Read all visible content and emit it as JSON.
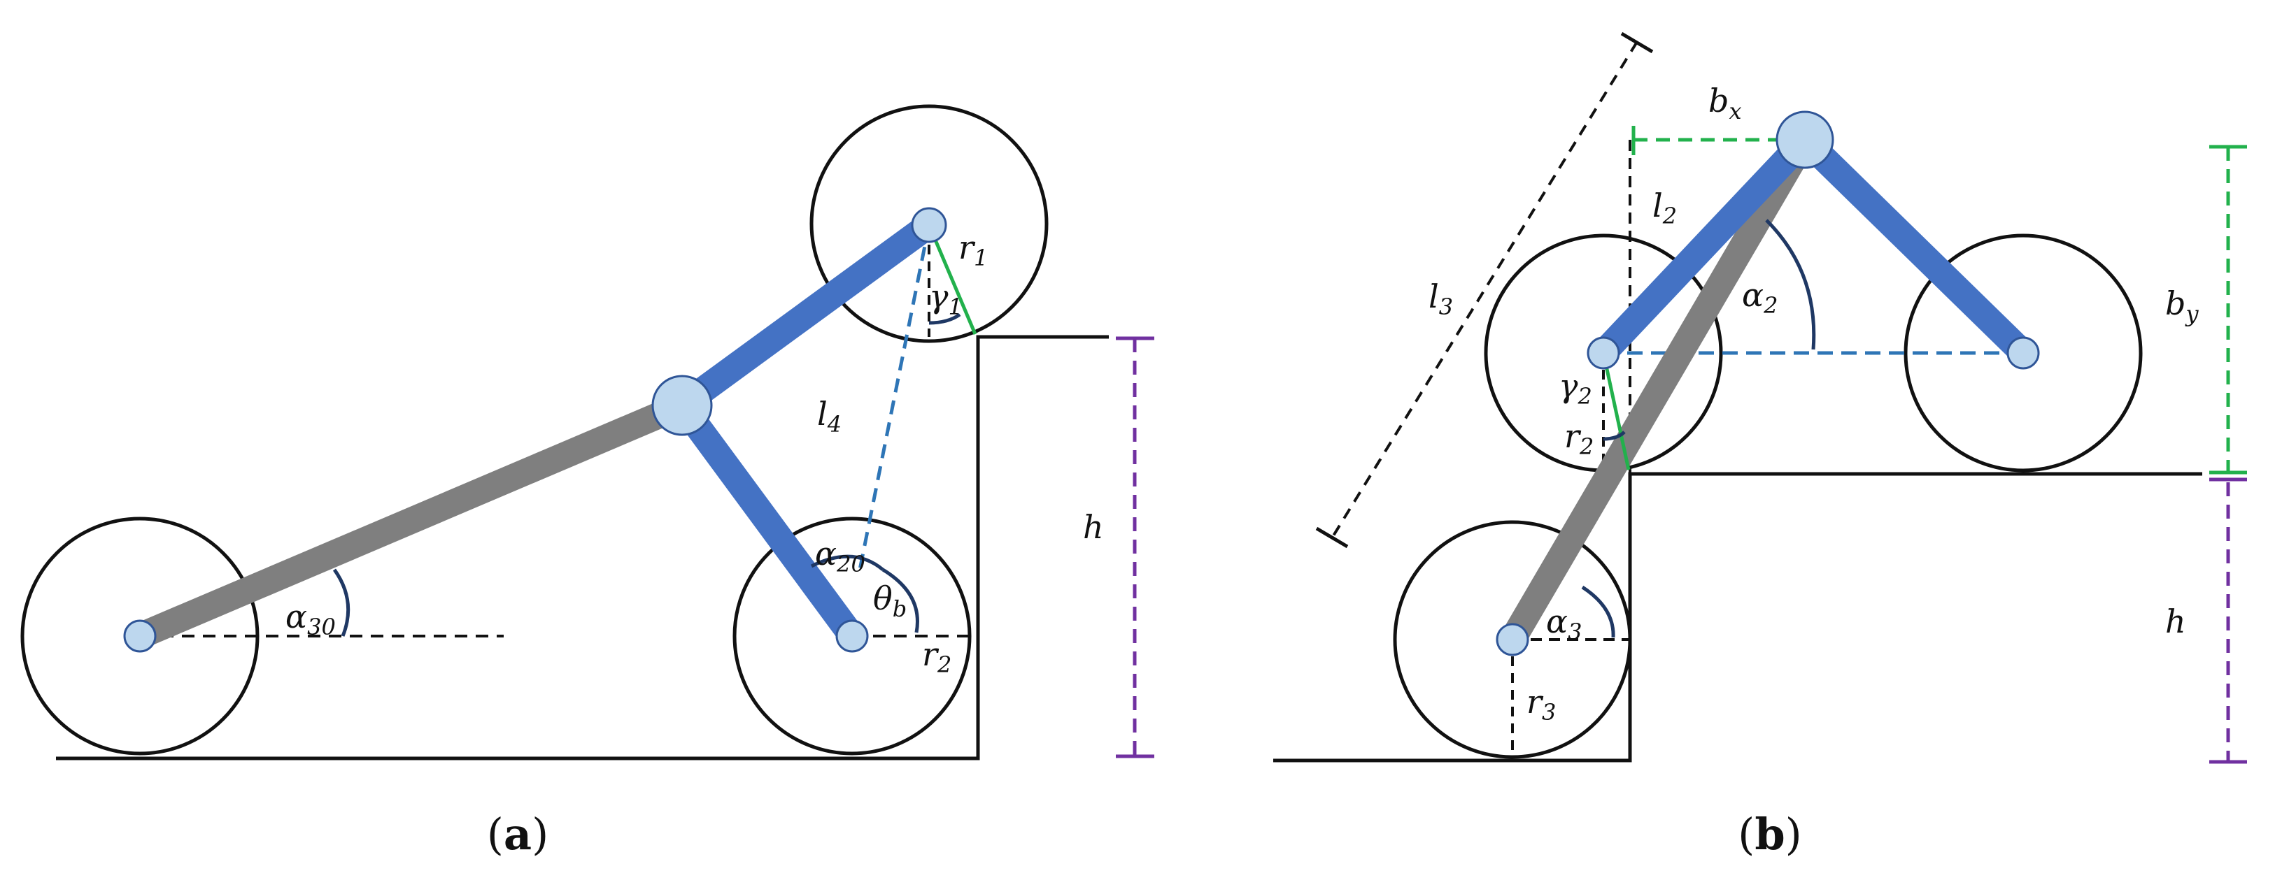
{
  "colors": {
    "blue_link": "#4472c4",
    "gray_link": "#7f7f7f",
    "joint_fill": "#bdd7ee",
    "joint_stroke": "#2f5597",
    "green": "#22b14c",
    "purple": "#7030a0",
    "dashed_blue": "#2e75b6",
    "angle_arc": "#1f3864",
    "ink": "#111111"
  },
  "panel_a": {
    "caption": "a",
    "labels": {
      "r1": {
        "base": "r",
        "sub": "1"
      },
      "gamma1": {
        "base": "γ",
        "sub": "1"
      },
      "l4": {
        "base": "l",
        "sub": "4"
      },
      "h": {
        "base": "h",
        "sub": ""
      },
      "alpha20": {
        "base": "α",
        "sub": "20"
      },
      "theta_b": {
        "base": "θ",
        "sub": "b"
      },
      "r2": {
        "base": "r",
        "sub": "2"
      },
      "alpha30": {
        "base": "α",
        "sub": "30"
      }
    }
  },
  "panel_b": {
    "caption": "b",
    "labels": {
      "bx": {
        "base": "b",
        "sub": "x"
      },
      "l2": {
        "base": "l",
        "sub": "2"
      },
      "l3": {
        "base": "l",
        "sub": "3"
      },
      "alpha2": {
        "base": "α",
        "sub": "2"
      },
      "by": {
        "base": "b",
        "sub": "y"
      },
      "gamma2": {
        "base": "γ",
        "sub": "2"
      },
      "r2": {
        "base": "r",
        "sub": "2"
      },
      "h": {
        "base": "h",
        "sub": ""
      },
      "alpha3": {
        "base": "α",
        "sub": "3"
      },
      "r3": {
        "base": "r",
        "sub": "3"
      }
    }
  }
}
